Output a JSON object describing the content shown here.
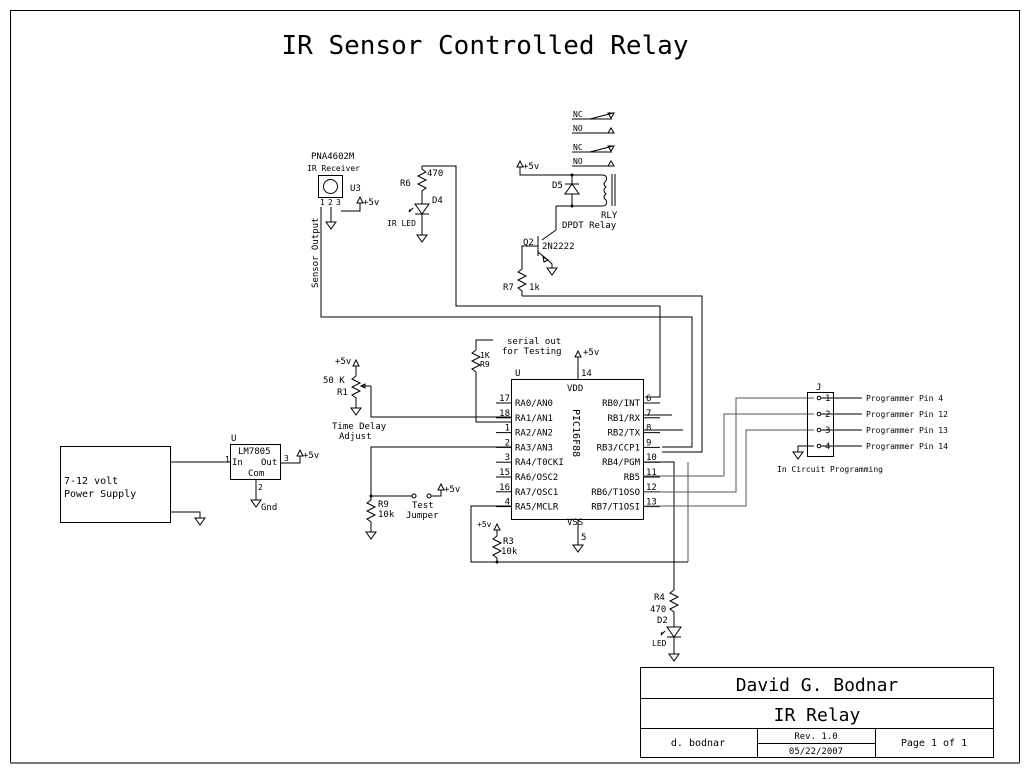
{
  "title": "IR Sensor Controlled Relay",
  "components": {
    "ir_receiver": {
      "part": "PNA4602M",
      "label": "IR Receiver",
      "ref": "U3",
      "pins": [
        "1",
        "2",
        "3"
      ],
      "supply": "+5v",
      "net_label": "Sensor Output"
    },
    "ir_led": {
      "resistor_ref": "R6",
      "resistor_value": "470",
      "led_ref": "D4",
      "led_label": "IR LED"
    },
    "relay": {
      "contacts": [
        {
          "nc": "NC",
          "no": "NO"
        },
        {
          "nc": "NC",
          "no": "NO"
        }
      ],
      "supply": "+5v",
      "diode_ref": "D5",
      "ref": "RLY",
      "type": "DPDT Relay"
    },
    "transistor": {
      "ref": "Q2",
      "part": "2N2222",
      "base_resistor_ref": "R7",
      "base_resistor_value": "1k"
    },
    "serial": {
      "resistor_value": "1K",
      "resistor_ref": "R9",
      "label_line1": "serial out",
      "label_line2": "for Testing"
    },
    "pot": {
      "supply": "+5v",
      "value": "50 K",
      "ref": "R1",
      "label_line1": "Time Delay",
      "label_line2": "Adjust"
    },
    "mcu": {
      "ref": "U",
      "part": "PIC16F88",
      "vdd_label": "VDD",
      "vdd_pin": "14",
      "vdd_supply": "+5v",
      "vss_label": "VSS",
      "vss_pin": "5",
      "left_pins": [
        {
          "num": "17",
          "name": "RA0/AN0"
        },
        {
          "num": "18",
          "name": "RA1/AN1"
        },
        {
          "num": "1",
          "name": "RA2/AN2"
        },
        {
          "num": "2",
          "name": "RA3/AN3"
        },
        {
          "num": "3",
          "name": "RA4/T0CKI"
        },
        {
          "num": "15",
          "name": "RA6/OSC2"
        },
        {
          "num": "16",
          "name": "RA7/OSC1"
        },
        {
          "num": "4",
          "name": "RA5/MCLR"
        }
      ],
      "right_pins": [
        {
          "num": "6",
          "name": "RB0/INT"
        },
        {
          "num": "7",
          "name": "RB1/RX"
        },
        {
          "num": "8",
          "name": "RB2/TX"
        },
        {
          "num": "9",
          "name": "RB3/CCP1"
        },
        {
          "num": "10",
          "name": "RB4/PGM"
        },
        {
          "num": "11",
          "name": "RB5"
        },
        {
          "num": "12",
          "name": "RB6/T1OSO"
        },
        {
          "num": "13",
          "name": "RB7/T1OSI"
        }
      ]
    },
    "regulator": {
      "ref": "U",
      "part": "LM7805",
      "in_label": "In",
      "out_label": "Out",
      "com_label": "Com",
      "pin_in": "1",
      "pin_out": "3",
      "pin_com": "2",
      "out_supply": "+5v",
      "gnd_label": "Gnd"
    },
    "power_supply": {
      "line1": "7-12 volt",
      "line2": "Power Supply"
    },
    "jumper": {
      "resistor_ref": "R9",
      "resistor_value": "10k",
      "label_line1": "Test",
      "label_line2": "Jumper",
      "supply": "+5v"
    },
    "mclr": {
      "supply": "+5v",
      "resistor_ref": "R3",
      "resistor_value": "10k"
    },
    "status_led": {
      "resistor_ref": "R4",
      "resistor_value": "470",
      "led_ref": "D2",
      "led_label": "LED"
    },
    "icp_header": {
      "ref": "J",
      "pins": [
        {
          "num": "1",
          "label": "Programmer Pin 4"
        },
        {
          "num": "2",
          "label": "Programmer Pin 12"
        },
        {
          "num": "3",
          "label": "Programmer Pin 13"
        },
        {
          "num": "4",
          "label": "Programmer Pin 14"
        }
      ],
      "caption": "In Circuit Programming"
    }
  },
  "title_block": {
    "author": "David G. Bodnar",
    "project": "IR Relay",
    "drawn_by": "d. bodnar",
    "revision": "Rev. 1.0",
    "date": "05/22/2007",
    "page": "Page 1 of 1"
  }
}
